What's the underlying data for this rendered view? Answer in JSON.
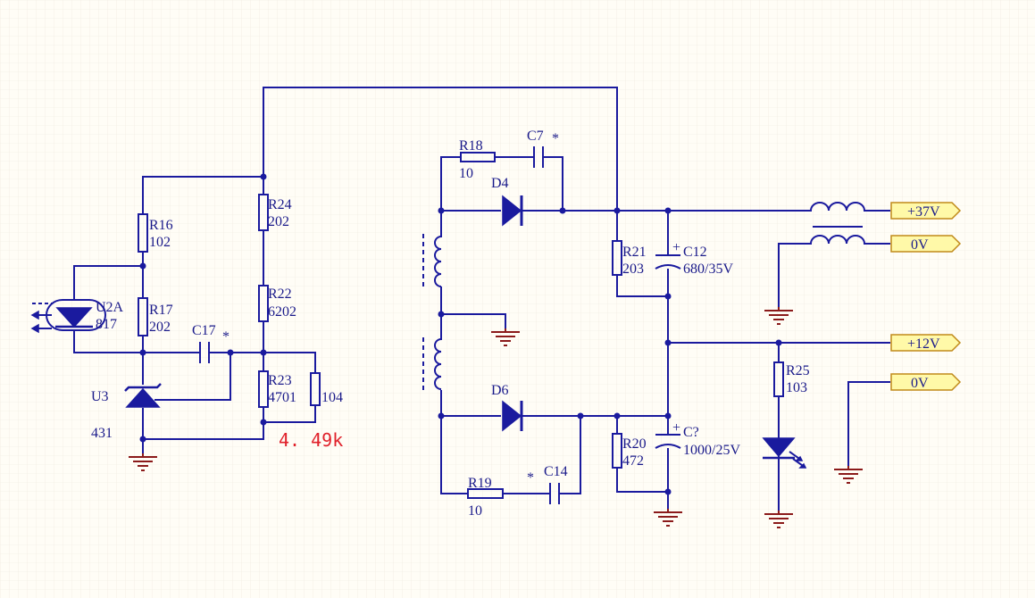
{
  "schematic": {
    "colors": {
      "wire": "#1a1a9e",
      "ground": "#8b1a1a",
      "port_fill": "#fff9a8",
      "port_border": "#c08a1a",
      "measurement": "#e0202a",
      "background": "#fffdf6"
    },
    "components": {
      "r16": {
        "ref": "R16",
        "value": "102"
      },
      "r17": {
        "ref": "R17",
        "value": "202"
      },
      "r24": {
        "ref": "R24",
        "value": "202"
      },
      "r22": {
        "ref": "R22",
        "value": "6202"
      },
      "r23": {
        "ref": "R23",
        "value": "4701"
      },
      "r_104": {
        "value": "104"
      },
      "c17": {
        "ref": "C17",
        "mark": "*"
      },
      "u2a": {
        "ref": "U2A",
        "value": "817"
      },
      "u3": {
        "ref": "U3",
        "value": "431"
      },
      "r18": {
        "ref": "R18",
        "value": "10"
      },
      "c7": {
        "ref": "C7",
        "mark": "*"
      },
      "d4": {
        "ref": "D4"
      },
      "d6": {
        "ref": "D6"
      },
      "r19": {
        "ref": "R19",
        "value": "10"
      },
      "c14": {
        "ref": "C14",
        "mark": "*"
      },
      "r21": {
        "ref": "R21",
        "value": "203"
      },
      "c12": {
        "ref": "C12",
        "value": "680/35V",
        "polarity": "+"
      },
      "r20": {
        "ref": "R20",
        "value": "472"
      },
      "c_unk": {
        "ref": "C?",
        "value": "1000/25V",
        "polarity": "+"
      },
      "r25": {
        "ref": "R25",
        "value": "103"
      }
    },
    "measurement": "4. 49k",
    "ports": {
      "p37": "+37V",
      "p0a": "0V",
      "p12": "+12V",
      "p0b": "0V"
    }
  }
}
